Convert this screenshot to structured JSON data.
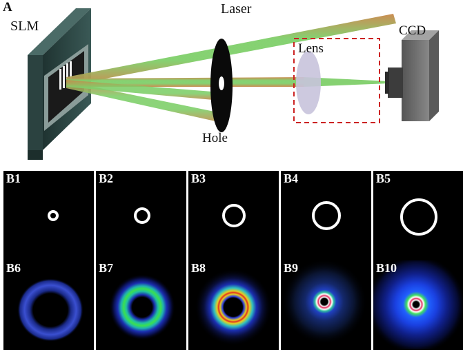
{
  "part_a": {
    "panel_label": "A",
    "labels": {
      "slm": "SLM",
      "laser": "Laser",
      "lens": "Lens",
      "ccd": "CCD",
      "hole": "Hole"
    },
    "colors": {
      "beam_green": "#7fcf6a",
      "beam_orange": "#c9874a",
      "dashed_box": "#cc2222",
      "slm_body": "#2f4a47",
      "ccd_body": "#6d6d6d",
      "lens": "#c8c3dc"
    }
  },
  "part_b": {
    "row1": [
      {
        "label": "B1",
        "ring": "white",
        "size_rank": 1
      },
      {
        "label": "B2",
        "ring": "white",
        "size_rank": 2
      },
      {
        "label": "B3",
        "ring": "white",
        "size_rank": 3
      },
      {
        "label": "B4",
        "ring": "white",
        "size_rank": 4
      },
      {
        "label": "B5",
        "ring": "white",
        "size_rank": 5
      }
    ],
    "row2": [
      {
        "label": "B6",
        "ring": "intensity-blue"
      },
      {
        "label": "B7",
        "ring": "intensity-green"
      },
      {
        "label": "B8",
        "ring": "intensity-rainbow"
      },
      {
        "label": "B9",
        "ring": "intensity-rainbow-speckle"
      },
      {
        "label": "B10",
        "ring": "intensity-rainbow-speckle-bright"
      }
    ]
  }
}
